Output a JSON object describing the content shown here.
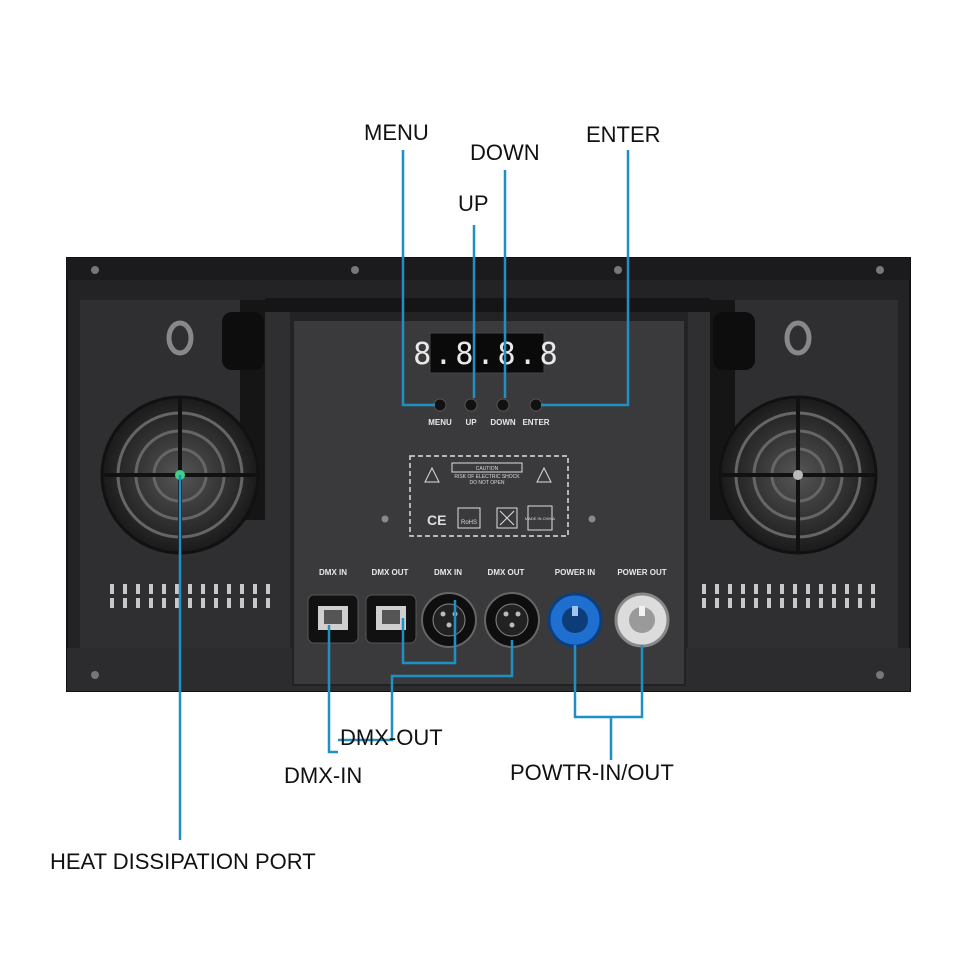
{
  "callouts": {
    "menu": "MENU",
    "down": "DOWN",
    "up": "UP",
    "enter": "ENTER",
    "dmx_out": "DMX-OUT",
    "dmx_in": "DMX-IN",
    "power": "POWTR-IN/OUT",
    "heat": "HEAT DISSIPATION PORT"
  },
  "panel": {
    "display": "8.8.8.8",
    "buttons": [
      "MENU",
      "UP",
      "DOWN",
      "ENTER"
    ],
    "ports": [
      "DMX IN",
      "DMX OUT",
      "DMX IN",
      "DMX OUT",
      "POWER IN",
      "POWER OUT"
    ],
    "caution_title": "CAUTION",
    "caution_lines": [
      "RISK OF ELECTRIC SHOCK",
      "DO NOT OPEN"
    ],
    "cert_marks": [
      "CE",
      "RoHS",
      "MADE IN CHINA"
    ]
  },
  "colors": {
    "leader_line": "#1f8fc4",
    "housing": "#2b2b2d",
    "panel": "#3a3a3c",
    "power_in": "#1e6fd0"
  }
}
